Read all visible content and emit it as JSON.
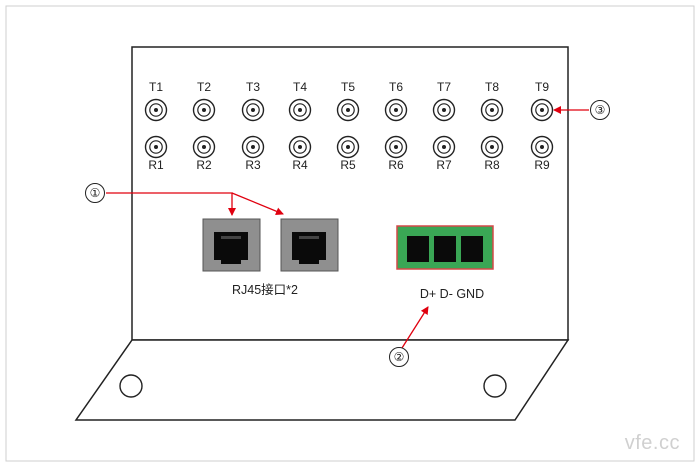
{
  "top_connector_labels": [
    "T1",
    "T2",
    "T3",
    "T4",
    "T5",
    "T6",
    "T7",
    "T8",
    "T9"
  ],
  "bottom_connector_labels": [
    "R1",
    "R2",
    "R3",
    "R4",
    "R5",
    "R6",
    "R7",
    "R8",
    "R9"
  ],
  "rj45_caption": "RJ45接口*2",
  "terminal_caption": "D+ D- GND",
  "callouts": {
    "rj45": "①",
    "terminal": "②",
    "bnc": "③"
  },
  "watermark": "vfe.cc",
  "colors": {
    "outline": "#222222",
    "arrow": "#e0000f",
    "terminal_green": "#3aa655",
    "terminal_border": "#d44848",
    "rj45_body": "#8f8f8f"
  },
  "icons": {
    "connector": "bnc-connector-icon",
    "port": "rj45-port-icon",
    "terminal": "terminal-block-icon"
  }
}
